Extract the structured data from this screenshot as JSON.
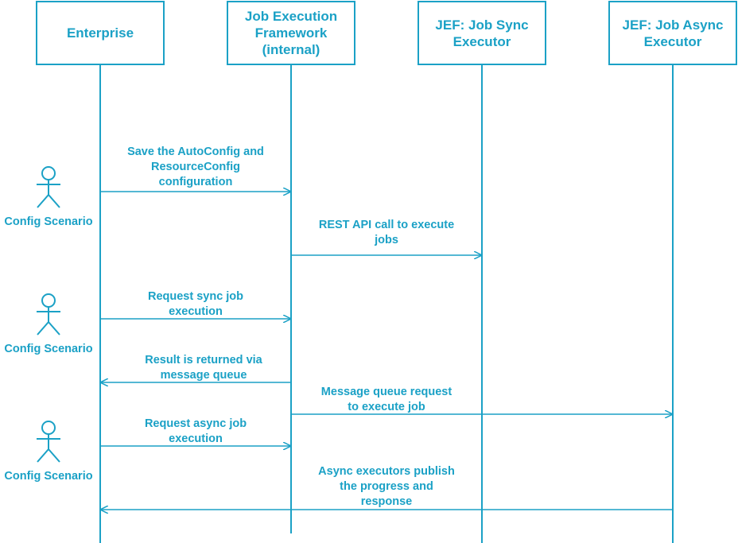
{
  "colors": {
    "stroke": "#1ba1c6",
    "background": "#ffffff"
  },
  "participants": [
    {
      "id": "enterprise",
      "label": "Enterprise"
    },
    {
      "id": "jef",
      "label": "Job Execution\nFramework\n(internal)"
    },
    {
      "id": "sync",
      "label": "JEF: Job Sync\nExecutor"
    },
    {
      "id": "async",
      "label": "JEF: Job Async\nExecutor"
    }
  ],
  "actors": [
    {
      "label": "Config Scenario"
    },
    {
      "label": "Config Scenario"
    },
    {
      "label": "Config Scenario"
    }
  ],
  "messages": [
    {
      "from": "enterprise",
      "to": "jef",
      "label": "Save the AutoConfig and\nResourceConfig\nconfiguration"
    },
    {
      "from": "jef",
      "to": "sync",
      "label": "REST API call to execute\njobs"
    },
    {
      "from": "enterprise",
      "to": "jef",
      "label": "Request sync job\nexecution"
    },
    {
      "from": "jef",
      "to": "enterprise",
      "label": "Result is returned via\nmessage queue"
    },
    {
      "from": "jef",
      "to": "async",
      "label": "Message queue request\nto execute job"
    },
    {
      "from": "enterprise",
      "to": "jef",
      "label": "Request async job\nexecution"
    },
    {
      "from": "async",
      "to": "enterprise",
      "label": "Async executors publish\nthe progress and\nresponse"
    }
  ]
}
